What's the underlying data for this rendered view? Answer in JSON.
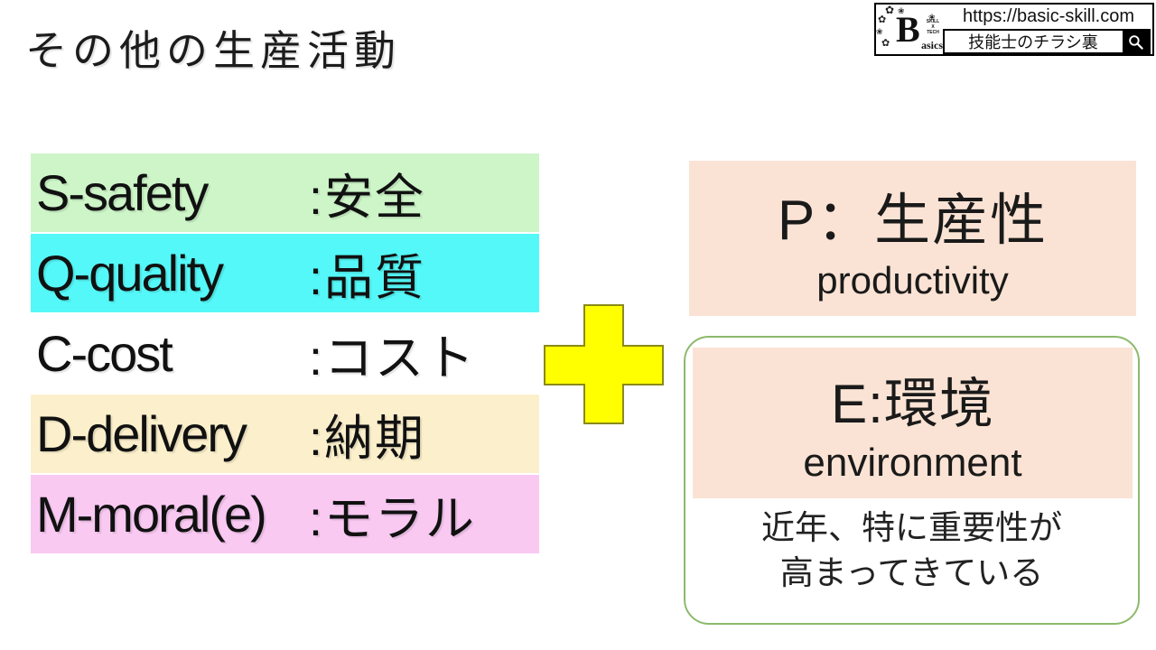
{
  "slide": {
    "title": "その他の生産活動"
  },
  "branding": {
    "url": "https://basic-skill.com",
    "site_name": "技能士のチラシ裏",
    "logo_letter": "B",
    "logo_suffix": "asics",
    "logo_small_text": "SKILL\nX\nTECH",
    "flower_icon": "✿",
    "flower_icon_alt": "❀"
  },
  "sqcdm": {
    "items": [
      {
        "latin": "S-safety",
        "jp": ":安全",
        "bg": "#cdf5c8"
      },
      {
        "latin": "Q-quality",
        "jp": ":品質",
        "bg": "#55f8f8"
      },
      {
        "latin": "C-cost",
        "jp": ":コスト",
        "bg": "#ffffff"
      },
      {
        "latin": "D-delivery",
        "jp": ":納期",
        "bg": "#fcf0cc"
      },
      {
        "latin": "M-moral(e)",
        "jp": ":モラル",
        "bg": "#f9c9f2"
      }
    ]
  },
  "plus_sign": {
    "fill": "#ffff00",
    "stroke": "#8a8a1a"
  },
  "productivity_panel": {
    "title": "P：生産性",
    "subtitle": "productivity",
    "bg": "#fae3d4"
  },
  "environment_panel": {
    "title": "E:環境",
    "subtitle": "environment",
    "note_line1": "近年、特に重要性が",
    "note_line2": "高まってきている",
    "bg": "#fae3d4",
    "border_color": "#8cba6c"
  }
}
